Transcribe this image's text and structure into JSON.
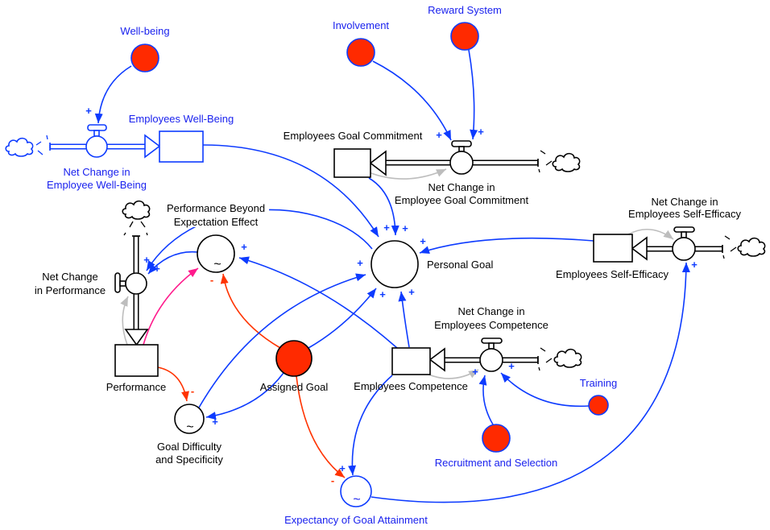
{
  "colors": {
    "link_blue": "#0d3bff",
    "label_blue": "#1a22ee",
    "constant_fill": "#ff2a00",
    "negative_link": "#ff3300",
    "performance_link": "#ff1a8c",
    "info_gray": "#bdbdbd"
  },
  "symbols": {
    "lookup": "~",
    "positive": "+",
    "negative": "-"
  },
  "nodes": {
    "well_being": {
      "type": "constant",
      "label": "Well-being"
    },
    "involvement": {
      "type": "constant",
      "label": "Involvement"
    },
    "reward_system": {
      "type": "constant",
      "label": "Reward System"
    },
    "employees_well_being": {
      "type": "stock",
      "label": "Employees Well-Being"
    },
    "net_change_well_being": {
      "type": "flow",
      "label_lines": [
        "Net Change in",
        "Employee Well-Being"
      ]
    },
    "employees_goal_commitment": {
      "type": "stock",
      "label": "Employees Goal Commitment"
    },
    "net_change_goal_commitment": {
      "type": "flow",
      "label_lines": [
        "Net Change in",
        "Employee Goal Commitment"
      ]
    },
    "employees_self_efficacy": {
      "type": "stock",
      "label": "Employees Self-Efficacy"
    },
    "net_change_self_efficacy": {
      "type": "flow",
      "label_lines": [
        "Net Change in",
        "Employees Self-Efficacy"
      ]
    },
    "personal_goal": {
      "type": "auxiliary",
      "label": "Personal Goal"
    },
    "performance_beyond_expectation_effect": {
      "type": "lookup",
      "label_lines": [
        "Performance Beyond",
        "Expectation Effect"
      ]
    },
    "net_change_performance": {
      "type": "flow",
      "label_lines": [
        "Net Change",
        "in Performance"
      ]
    },
    "performance": {
      "type": "stock",
      "label": "Performance"
    },
    "goal_difficulty_specificity": {
      "type": "lookup",
      "label_lines": [
        "Goal Difficulty",
        "and Specificity"
      ]
    },
    "assigned_goal": {
      "type": "constant",
      "label": "Assigned Goal"
    },
    "employees_competence": {
      "type": "stock",
      "label": "Employees Competence"
    },
    "net_change_competence": {
      "type": "flow",
      "label_lines": [
        "Net Change in",
        "Employees Competence"
      ]
    },
    "training": {
      "type": "constant",
      "label": "Training"
    },
    "recruitment_selection": {
      "type": "constant",
      "label": "Recruitment and Selection"
    },
    "expectancy_goal_attainment": {
      "type": "lookup",
      "label": "Expectancy of Goal Attainment"
    }
  },
  "links": [
    {
      "from": "well_being",
      "to": "net_change_well_being",
      "polarity": "+"
    },
    {
      "from": "involvement",
      "to": "net_change_goal_commitment",
      "polarity": "+"
    },
    {
      "from": "reward_system",
      "to": "net_change_goal_commitment",
      "polarity": "+"
    },
    {
      "from": "employees_goal_commitment",
      "to": "net_change_goal_commitment",
      "polarity": ""
    },
    {
      "from": "employees_well_being",
      "to": "personal_goal",
      "polarity": "+"
    },
    {
      "from": "employees_goal_commitment",
      "to": "personal_goal",
      "polarity": "+"
    },
    {
      "from": "employees_self_efficacy",
      "to": "personal_goal",
      "polarity": "+"
    },
    {
      "from": "employees_self_efficacy",
      "to": "net_change_self_efficacy",
      "polarity": ""
    },
    {
      "from": "expectancy_goal_attainment",
      "to": "net_change_self_efficacy",
      "polarity": "+"
    },
    {
      "from": "personal_goal",
      "to": "net_change_performance",
      "polarity": "+"
    },
    {
      "from": "performance_beyond_expectation_effect",
      "to": "net_change_performance",
      "polarity": "+"
    },
    {
      "from": "performance",
      "to": "net_change_performance",
      "polarity": ""
    },
    {
      "from": "performance",
      "to": "performance_beyond_expectation_effect",
      "polarity": ""
    },
    {
      "from": "assigned_goal",
      "to": "performance_beyond_expectation_effect",
      "polarity": "-"
    },
    {
      "from": "employees_competence",
      "to": "performance_beyond_expectation_effect",
      "polarity": "+"
    },
    {
      "from": "performance",
      "to": "goal_difficulty_specificity",
      "polarity": "-"
    },
    {
      "from": "assigned_goal",
      "to": "goal_difficulty_specificity",
      "polarity": "+"
    },
    {
      "from": "goal_difficulty_specificity",
      "to": "personal_goal",
      "polarity": "+"
    },
    {
      "from": "assigned_goal",
      "to": "personal_goal",
      "polarity": "+"
    },
    {
      "from": "employees_competence",
      "to": "personal_goal",
      "polarity": "+"
    },
    {
      "from": "employees_competence",
      "to": "net_change_competence",
      "polarity": ""
    },
    {
      "from": "recruitment_selection",
      "to": "net_change_competence",
      "polarity": "+"
    },
    {
      "from": "training",
      "to": "net_change_competence",
      "polarity": "+"
    },
    {
      "from": "assigned_goal",
      "to": "expectancy_goal_attainment",
      "polarity": "-"
    },
    {
      "from": "employees_competence",
      "to": "expectancy_goal_attainment",
      "polarity": "+"
    }
  ]
}
